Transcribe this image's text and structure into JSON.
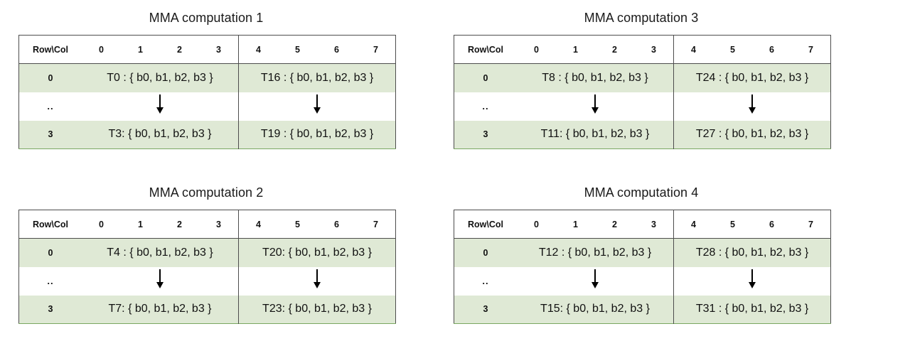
{
  "figure": {
    "column_header_label": "Row\\Col",
    "columns_left": [
      "0",
      "1",
      "2",
      "3"
    ],
    "columns_right": [
      "4",
      "5",
      "6",
      "7"
    ],
    "row_labels": [
      "0",
      "..",
      "3"
    ],
    "arrow_icon": "down-arrow-icon",
    "shaded_row_color": "#dfe9d5",
    "border_color": "#4d4d4d",
    "bottom_border_color": "#7aa861"
  },
  "panels": [
    {
      "title": "MMA computation 1",
      "first_row_left": "T0 : { b0, b1, b2, b3 }",
      "first_row_right": "T16 : { b0, b1, b2, b3 }",
      "last_row_left": "T3: { b0, b1, b2, b3 }",
      "last_row_right": "T19 : { b0, b1, b2, b3 }"
    },
    {
      "title": "MMA computation 2",
      "first_row_left": "T4 : { b0, b1, b2, b3 }",
      "first_row_right": "T20: { b0, b1, b2, b3 }",
      "last_row_left": "T7: { b0, b1, b2, b3 }",
      "last_row_right": "T23: { b0, b1, b2, b3 }"
    },
    {
      "title": "MMA computation 3",
      "first_row_left": "T8 : { b0, b1, b2, b3 }",
      "first_row_right": "T24 : { b0, b1, b2, b3 }",
      "last_row_left": "T11: { b0, b1, b2, b3 }",
      "last_row_right": "T27 : { b0, b1, b2, b3 }"
    },
    {
      "title": "MMA computation 4",
      "first_row_left": "T12 : { b0, b1, b2, b3 }",
      "first_row_right": "T28 : { b0, b1, b2, b3 }",
      "last_row_left": "T15: { b0, b1, b2, b3 }",
      "last_row_right": "T31 : { b0, b1, b2, b3 }"
    }
  ]
}
